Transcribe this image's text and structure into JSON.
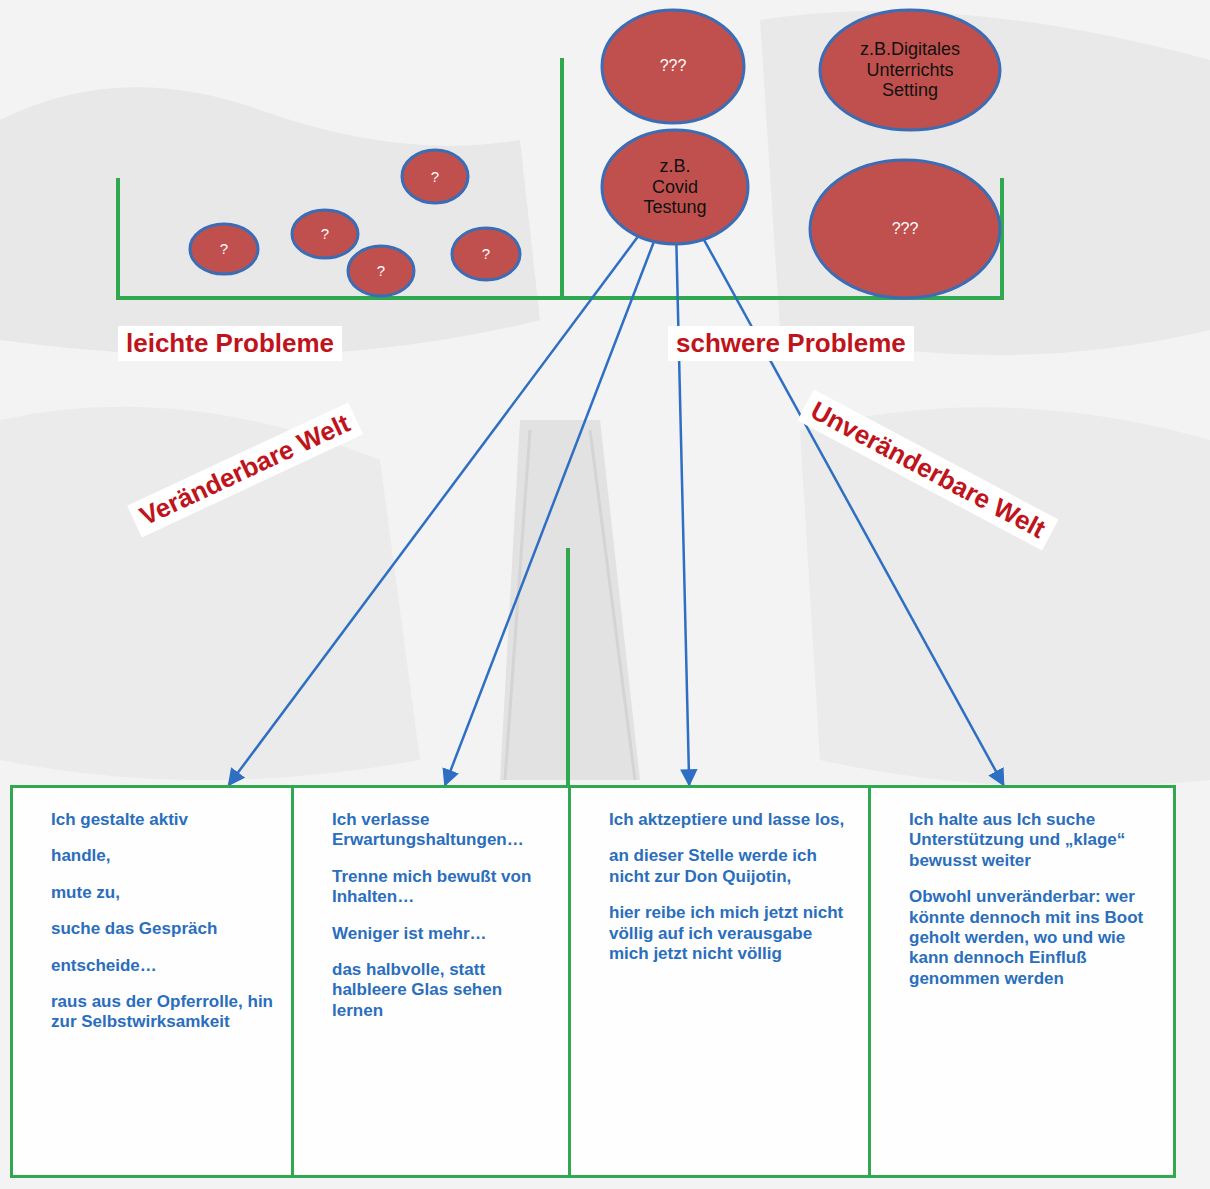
{
  "diagram": {
    "nodes": [
      {
        "text": [
          "???"
        ]
      },
      {
        "text": [
          "z.B.Digitales Unterrichts Setting"
        ]
      },
      {
        "text": [
          "?"
        ]
      },
      {
        "text": [
          "z.B. Covid Testung"
        ]
      },
      {
        "text": [
          "?"
        ]
      },
      {
        "text": [
          "?"
        ]
      },
      {
        "text": [
          "?"
        ]
      },
      {
        "text": [
          "?"
        ]
      },
      {
        "text": [
          "???"
        ]
      },
      {
        "text": [
          "Ich gestalte aktiv",
          "handle,",
          "mute zu,",
          "suche das Gespräch",
          "entscheide…",
          "raus aus der Opferrolle, hin zur Selbstwirksamkeit"
        ]
      },
      {
        "text": [
          "Ich verlasse Erwartungshaltungen…",
          "Trenne mich bewußt von Inhalten…",
          "Weniger ist mehr…",
          "das halbvolle, statt halbleere Glas sehen lernen"
        ]
      },
      {
        "text": [
          "Ich aktzeptiere und lasse los,",
          "an dieser Stelle werde ich nicht zur Don Quijotin,",
          "hier reibe ich mich jetzt nicht völlig auf ich verausgabe mich jetzt nicht völlig"
        ]
      },
      {
        "text": [
          "Ich halte aus Ich suche Unterstützung und „klage“ bewusst weiter",
          "Obwohl unveränderbar: wer könnte dennoch mit ins Boot geholt werden, wo und wie kann dennoch Einfluß genommen werden"
        ]
      }
    ],
    "edges": [
      {
        "from": 3,
        "to": 9,
        "arrow": "to"
      },
      {
        "from": 3,
        "to": 10,
        "arrow": "to"
      },
      {
        "from": 3,
        "to": 11,
        "arrow": "to"
      },
      {
        "from": 3,
        "to": 12,
        "arrow": "to"
      }
    ],
    "labels": [
      "leichte Probleme",
      "schwere Probleme",
      "Veränderbare Welt",
      "Unveränderbare Welt"
    ]
  }
}
